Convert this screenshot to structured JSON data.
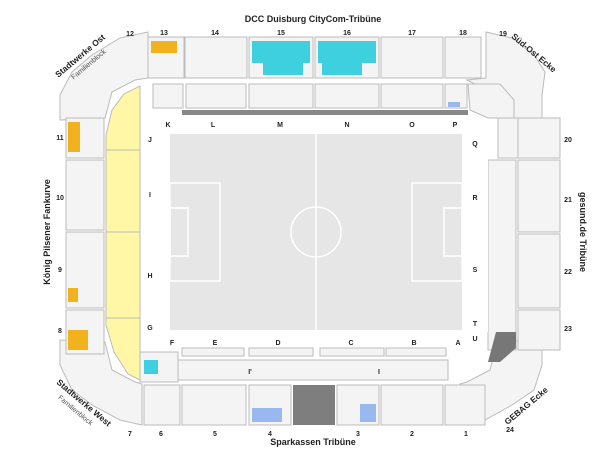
{
  "stands": {
    "north": "DCC Duisburg CityCom-Tribüne",
    "south": "Sparkassen Tribüne",
    "west": "König Pilsener Fankurve",
    "east": "gesund.de Tribüne",
    "northwest": "Stadtwerke Ost",
    "northwest_sub": "Familienblock",
    "northeast": "Süd-Ost Ecke",
    "southwest": "Stadtwerke West",
    "southwest_sub": "Familienblock",
    "southeast": "GEBAG Ecke"
  },
  "blocks": {
    "north": [
      "13",
      "14",
      "15",
      "16",
      "17",
      "18"
    ],
    "north_corner_left": "12",
    "north_corner_right": "19",
    "south": [
      "6",
      "5",
      "4",
      "3",
      "2",
      "1"
    ],
    "south_corner_left": "7",
    "south_corner_right": "24",
    "west": [
      "11",
      "10",
      "9",
      "8"
    ],
    "east": [
      "20",
      "21",
      "22",
      "23"
    ]
  },
  "inner_sections": {
    "north": [
      "K",
      "L",
      "M",
      "N",
      "O",
      "P"
    ],
    "south": [
      "F",
      "E",
      "D",
      "C",
      "B",
      "A"
    ],
    "west": [
      "J",
      "I",
      "H",
      "G"
    ],
    "east": [
      "Q",
      "R",
      "S",
      "T",
      "U"
    ],
    "lower_south": [
      "I'",
      "I"
    ]
  },
  "colors": {
    "pitch": "#e6e6e6",
    "lines": "#ffffff",
    "fankurve": "#fff7a6",
    "block_fill": "#f4f4f4",
    "block_stroke": "#bbbbbb",
    "occupied_cyan": "#3fd0e0",
    "occupied_yellow": "#f2b21d",
    "occupied_blue": "#9ab8f0",
    "closed_gray": "#7e7e7e"
  }
}
